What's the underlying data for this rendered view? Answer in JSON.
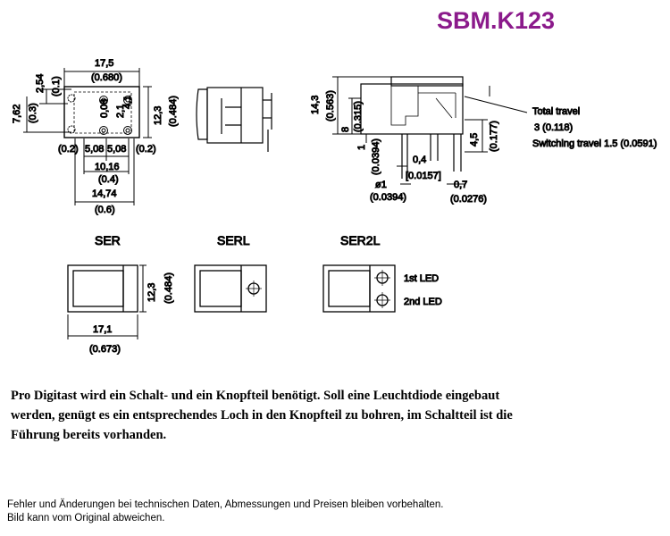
{
  "title": "SBM.K123",
  "top_view": {
    "width_mm": "17,5",
    "width_in": "(0.680)",
    "left_dim_1": "2,54",
    "left_dim_2": "(0.1)",
    "left_dim_3": "7,62",
    "left_dim_4": "(0.3)",
    "height_mm": "12,3",
    "height_in": "(0.484)",
    "pitch_a": "5,08",
    "pitch_b": "5,08",
    "offset_left": "(0.2)",
    "offset_right": "(0.2)",
    "inner_mm": "10,16",
    "inner_in": "(0.4)",
    "total_mm": "14,74",
    "total_in": "(0.6)",
    "hole_a": "0,08",
    "hole_b": "2,1",
    "hole_c": "4,1"
  },
  "side_view": {
    "height_mm": "14,3",
    "height_in": "(0.563)",
    "body_mm": "8",
    "body_in": "(0.315)",
    "pin_dim_mm": "1",
    "pin_dim_in": "(0.0394)",
    "pin_w_mm": "0,4",
    "pin_w_in": "[0.0157]",
    "dia_mm": "ø1",
    "dia_in": "(0.0394)",
    "pitch_mm": "0,7",
    "pitch_in": "(0.0276)",
    "travel_mm": "4,5",
    "travel_in": "(0.177)",
    "total_travel_label": "Total travel",
    "total_travel_value": "3 (0.118)",
    "switching_travel": "Switching travel 1.5 (0.0591)"
  },
  "caps": {
    "ser_label": "SER",
    "serl_label": "SERL",
    "ser2l_label": "SER2L",
    "ser_height_mm": "12,3",
    "ser_height_in": "(0.484)",
    "ser_width_mm": "17,1",
    "ser_width_in": "(0.673)",
    "led1": "1st LED",
    "led2": "2nd LED"
  },
  "description": [
    "Pro Digitast wird ein Schalt- und ein Knopfteil benötigt. Soll eine Leuchtdiode eingebaut",
    "werden, genügt es ein entsprechendes Loch in den Knopfteil zu bohren, im Schaltteil ist die",
    "Führung bereits vorhanden."
  ],
  "footer": [
    "Fehler und Änderungen bei technischen Daten, Abmessungen und Preisen bleiben vorbehalten.",
    "Bild kann vom Original abweichen."
  ]
}
